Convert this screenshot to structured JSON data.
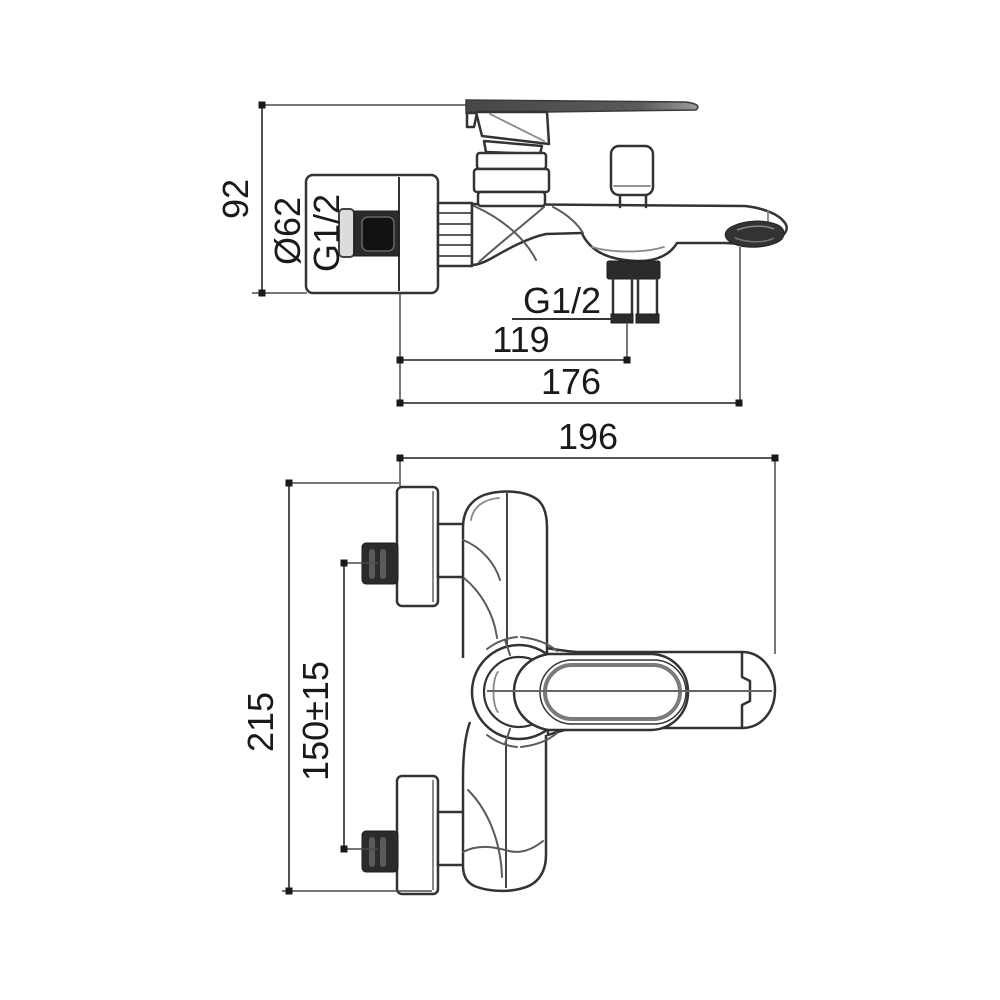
{
  "drawing": {
    "type": "technical-dimension-drawing",
    "subject": "Wall-mounted bathtub mixer faucet — side view and plan view with installation dimensions",
    "side_view": {
      "height_overall": "92",
      "escutcheon_diameter": "Ø62",
      "inlet_thread": "G1/2",
      "shower_outlet_thread": "G1/2",
      "depth_to_shower_outlet": "119",
      "depth_overall": "176"
    },
    "plan_view": {
      "width_overall": "196",
      "height_overall": "215",
      "inlet_spacing": "150±15"
    },
    "colors": {
      "line": "#333333",
      "dimension_line": "#3f3f3f",
      "text": "#1a1a1a",
      "dark_fill": "#2b2b2b",
      "background": "#ffffff"
    }
  }
}
